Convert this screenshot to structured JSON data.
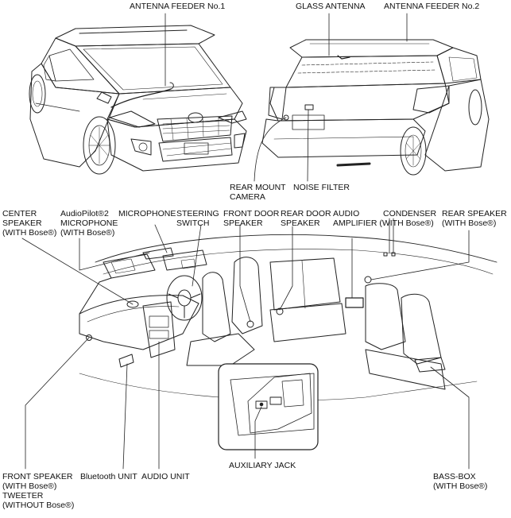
{
  "labels": {
    "antenna_feeder_1": [
      "ANTENNA FEEDER No.1"
    ],
    "glass_antenna": [
      "GLASS ANTENNA"
    ],
    "antenna_feeder_2": [
      "ANTENNA FEEDER No.2"
    ],
    "rear_mount_camera": [
      "REAR MOUNT",
      "CAMERA"
    ],
    "noise_filter": [
      "NOISE FILTER"
    ],
    "center_speaker": [
      "CENTER",
      "SPEAKER",
      "(WITH Bose®)"
    ],
    "audiopilot_microphone": [
      "AudioPilot®2",
      "MICROPHONE",
      "(WITH Bose®)"
    ],
    "microphone": [
      "MICROPHONE"
    ],
    "steering_switch": [
      "STEERING",
      "SWITCH"
    ],
    "front_door_speaker": [
      "FRONT DOOR",
      "SPEAKER"
    ],
    "rear_door_speaker": [
      "REAR DOOR",
      "SPEAKER"
    ],
    "audio_amplifier": [
      "AUDIO",
      "AMPLIFIER (WITH Bose®)"
    ],
    "condenser": [
      "CONDENSER"
    ],
    "rear_speaker": [
      "REAR SPEAKER",
      "(WITH Bose®)"
    ],
    "front_speaker": [
      "FRONT SPEAKER",
      "(WITH Bose®)",
      "TWEETER",
      "(WITHOUT Bose®)"
    ],
    "bluetooth_unit": [
      "Bluetooth UNIT"
    ],
    "audio_unit": [
      "AUDIO UNIT"
    ],
    "auxiliary_jack": [
      "AUXILIARY JACK"
    ],
    "bass_box": [
      "BASS-BOX",
      "(WITH Bose®)"
    ]
  }
}
